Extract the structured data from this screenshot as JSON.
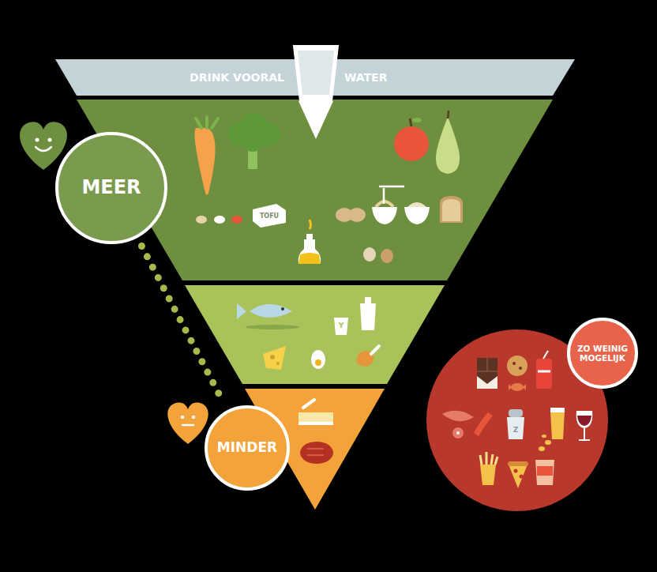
{
  "diagram": {
    "nodes": [
      {
        "text": [
          "DRINK VOORAL",
          "WATER"
        ]
      },
      {
        "text": [
          "MEER"
        ]
      },
      {
        "text": [
          "MINDER"
        ]
      },
      {
        "text": [
          "ZO WEINIG MOGELIJK"
        ]
      }
    ],
    "edges": [
      {
        "from": 1,
        "to": 2,
        "arrow": "none"
      }
    ],
    "labels": [
      "TOFU",
      "Y",
      "Z"
    ]
  }
}
